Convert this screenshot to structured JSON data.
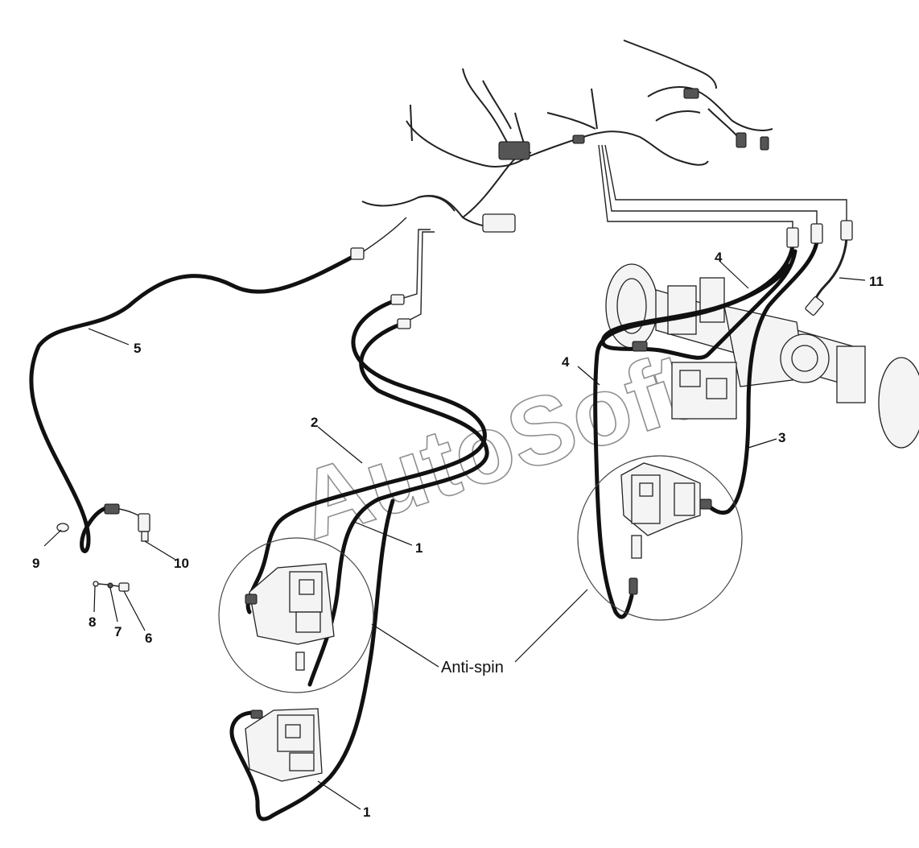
{
  "watermark": "AutoSoft",
  "annotation": "Anti-spin",
  "callouts": {
    "c1a": "1",
    "c1b": "1",
    "c2": "2",
    "c3": "3",
    "c4a": "4",
    "c4b": "4",
    "c5": "5",
    "c6": "6",
    "c7": "7",
    "c8": "8",
    "c9": "9",
    "c10": "10",
    "c11": "11"
  },
  "colors": {
    "line": "#111111",
    "background": "#ffffff",
    "watermark": "#6a6a6a"
  }
}
